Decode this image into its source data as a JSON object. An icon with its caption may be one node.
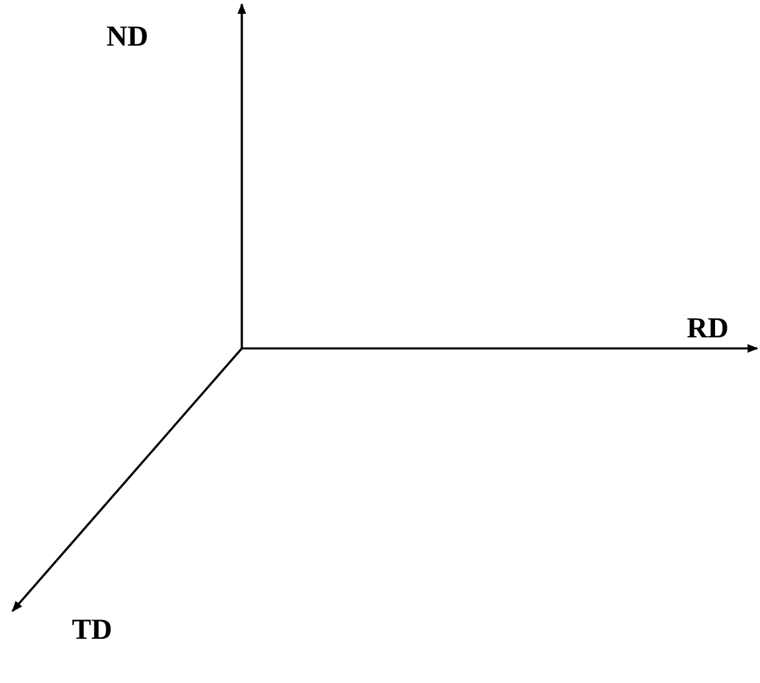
{
  "diagram": {
    "labels": [
      "ND",
      "RD",
      "TD"
    ]
  }
}
